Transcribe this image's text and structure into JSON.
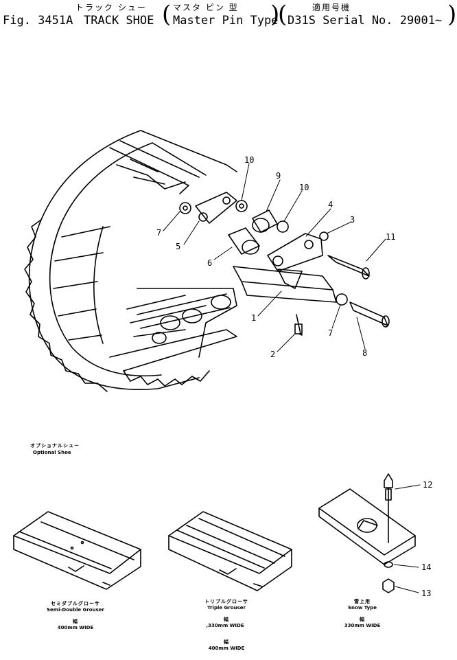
{
  "header": {
    "fig_label": "Fig. 3451A",
    "title_en": "TRACK SHOE",
    "title_jp": "トラック シュー",
    "type_en": "Master Pin Type",
    "type_jp": "マスタ ピン 型",
    "model_en": "D31S Serial No. 29001~",
    "model_jp": "適用号機"
  },
  "callouts": [
    "10",
    "9",
    "10",
    "4",
    "3",
    "7",
    "5",
    "6",
    "11",
    "1",
    "7",
    "2",
    "8",
    "12",
    "14",
    "13"
  ],
  "optional": {
    "heading_jp": "オプショナルシュー",
    "heading_en": "Optional Shoe",
    "shoes": [
      {
        "name_jp": "セミダブルグローサ",
        "name_en": "Semi-Double Grouser",
        "width_jp": "幅",
        "widths": [
          "400mm WIDE"
        ]
      },
      {
        "name_jp": "トリプルグローサ",
        "name_en": "Triple Grouser",
        "width_jp": "幅",
        "widths": [
          ",330mm WIDE",
          "400mm WIDE"
        ]
      },
      {
        "name_jp": "雪上用",
        "name_en": "Snow Type",
        "width_jp": "幅",
        "widths": [
          "330mm WIDE"
        ]
      }
    ]
  }
}
